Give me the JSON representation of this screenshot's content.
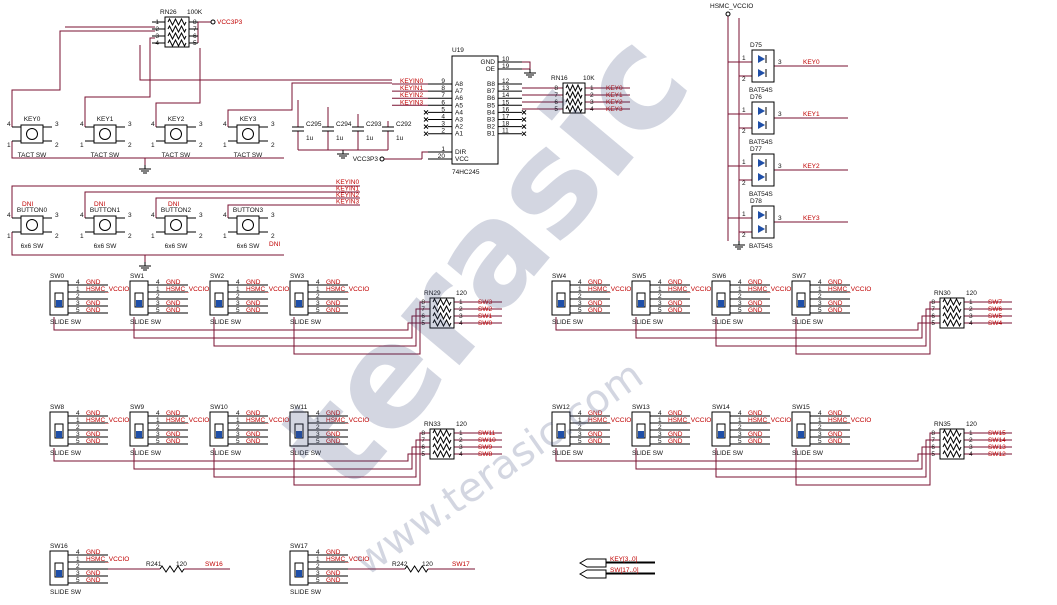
{
  "rn26": {
    "ref": "RN26",
    "value": "100K",
    "net": "VCC3P3",
    "pins_left": [
      "1",
      "2",
      "3",
      "4"
    ],
    "pins_right": [
      "8",
      "7",
      "6",
      "5"
    ]
  },
  "keys": [
    {
      "ref": "KEY0",
      "type": "TACT SW"
    },
    {
      "ref": "KEY1",
      "type": "TACT SW"
    },
    {
      "ref": "KEY2",
      "type": "TACT SW"
    },
    {
      "ref": "KEY3",
      "type": "TACT SW"
    }
  ],
  "buttons": [
    {
      "ref": "BUTTON0",
      "type": "6x6 SW",
      "dni": "DNI"
    },
    {
      "ref": "BUTTON1",
      "type": "6x6 SW",
      "dni": "DNI"
    },
    {
      "ref": "BUTTON2",
      "type": "6x6 SW",
      "dni": "DNI"
    },
    {
      "ref": "BUTTON3",
      "type": "6x6 SW",
      "dni": "DNI"
    }
  ],
  "pin_labels": {
    "p1": "1",
    "p2": "2",
    "p3": "3",
    "p4": "4"
  },
  "caps": [
    {
      "ref": "C295",
      "value": "1u"
    },
    {
      "ref": "C294",
      "value": "1u"
    },
    {
      "ref": "C293",
      "value": "1u"
    },
    {
      "ref": "C292",
      "value": "1u"
    }
  ],
  "u19": {
    "ref": "U19",
    "part": "74HC245",
    "a_pins": [
      {
        "num": "9",
        "name": "A8"
      },
      {
        "num": "8",
        "name": "A7"
      },
      {
        "num": "7",
        "name": "A6"
      },
      {
        "num": "6",
        "name": "A5"
      },
      {
        "num": "5",
        "name": "A4"
      },
      {
        "num": "4",
        "name": "A3"
      },
      {
        "num": "3",
        "name": "A2"
      },
      {
        "num": "2",
        "name": "A1"
      }
    ],
    "b_pins": [
      {
        "num": "12",
        "name": "B8"
      },
      {
        "num": "13",
        "name": "B7"
      },
      {
        "num": "14",
        "name": "B6"
      },
      {
        "num": "15",
        "name": "B5"
      },
      {
        "num": "16",
        "name": "B4"
      },
      {
        "num": "17",
        "name": "B3"
      },
      {
        "num": "18",
        "name": "B2"
      },
      {
        "num": "11",
        "name": "B1"
      }
    ],
    "gnd": {
      "num": "10",
      "name": "GND"
    },
    "oe": {
      "num": "19",
      "name": "OE"
    },
    "dir": {
      "num": "1",
      "name": "DIR"
    },
    "vcc": {
      "num": "20",
      "name": "VCC"
    },
    "vcc_net": "VCC3P3"
  },
  "keyin_nets": [
    "KEYIN0",
    "KEYIN1",
    "KEYIN2",
    "KEYIN3"
  ],
  "rn16": {
    "ref": "RN16",
    "value": "10K",
    "pins_left": [
      "8",
      "7",
      "6",
      "5"
    ],
    "pins_right": [
      "1",
      "2",
      "3",
      "4"
    ],
    "nets": [
      "KEY0",
      "KEY1",
      "KEY2",
      "KEY3"
    ]
  },
  "diodes": {
    "rail": "HSMC_VCCIO",
    "part": "BAT54S",
    "items": [
      {
        "ref": "D75",
        "net": "KEY0"
      },
      {
        "ref": "D76",
        "net": "KEY1"
      },
      {
        "ref": "D77",
        "net": "KEY2"
      },
      {
        "ref": "D78",
        "net": "KEY3"
      }
    ]
  },
  "slide": {
    "type": "SLIDE SW",
    "pin_nums": [
      "4",
      "1",
      "2",
      "3",
      "5"
    ],
    "pin_nets": [
      "GND",
      "HSMC_VCCIO",
      "",
      "GND",
      "GND"
    ],
    "row1": [
      "SW0",
      "SW1",
      "SW2",
      "SW3",
      "SW4",
      "SW5",
      "SW6",
      "SW7"
    ],
    "row2": [
      "SW8",
      "SW9",
      "SW10",
      "SW11",
      "SW12",
      "SW13",
      "SW14",
      "SW15"
    ],
    "row3": [
      "SW16",
      "SW17"
    ]
  },
  "rnets": [
    {
      "ref": "RN29",
      "value": "120",
      "nets": [
        "SW3",
        "SW2",
        "SW1",
        "SW0"
      ],
      "lp": [
        "8",
        "7",
        "6",
        "5"
      ],
      "rp": [
        "1",
        "2",
        "3",
        "4"
      ]
    },
    {
      "ref": "RN30",
      "value": "120",
      "nets": [
        "SW7",
        "SW6",
        "SW5",
        "SW4"
      ],
      "lp": [
        "8",
        "7",
        "6",
        "5"
      ],
      "rp": [
        "1",
        "2",
        "3",
        "4"
      ]
    },
    {
      "ref": "RN33",
      "value": "120",
      "nets": [
        "SW11",
        "SW10",
        "SW9",
        "SW8"
      ],
      "lp": [
        "8",
        "7",
        "6",
        "5"
      ],
      "rp": [
        "1",
        "2",
        "3",
        "4"
      ]
    },
    {
      "ref": "RN35",
      "value": "120",
      "nets": [
        "SW15",
        "SW14",
        "SW13",
        "SW12"
      ],
      "lp": [
        "8",
        "7",
        "6",
        "5"
      ],
      "rp": [
        "1",
        "2",
        "3",
        "4"
      ]
    }
  ],
  "r241": {
    "ref": "R241",
    "value": "120",
    "net": "SW16"
  },
  "r242": {
    "ref": "R242",
    "value": "120",
    "net": "SW17"
  },
  "ports": [
    "KEY[3..0]",
    "SW[17..0]"
  ],
  "watermark": {
    "brand": "terasic",
    "url": "www.terasic.com"
  }
}
